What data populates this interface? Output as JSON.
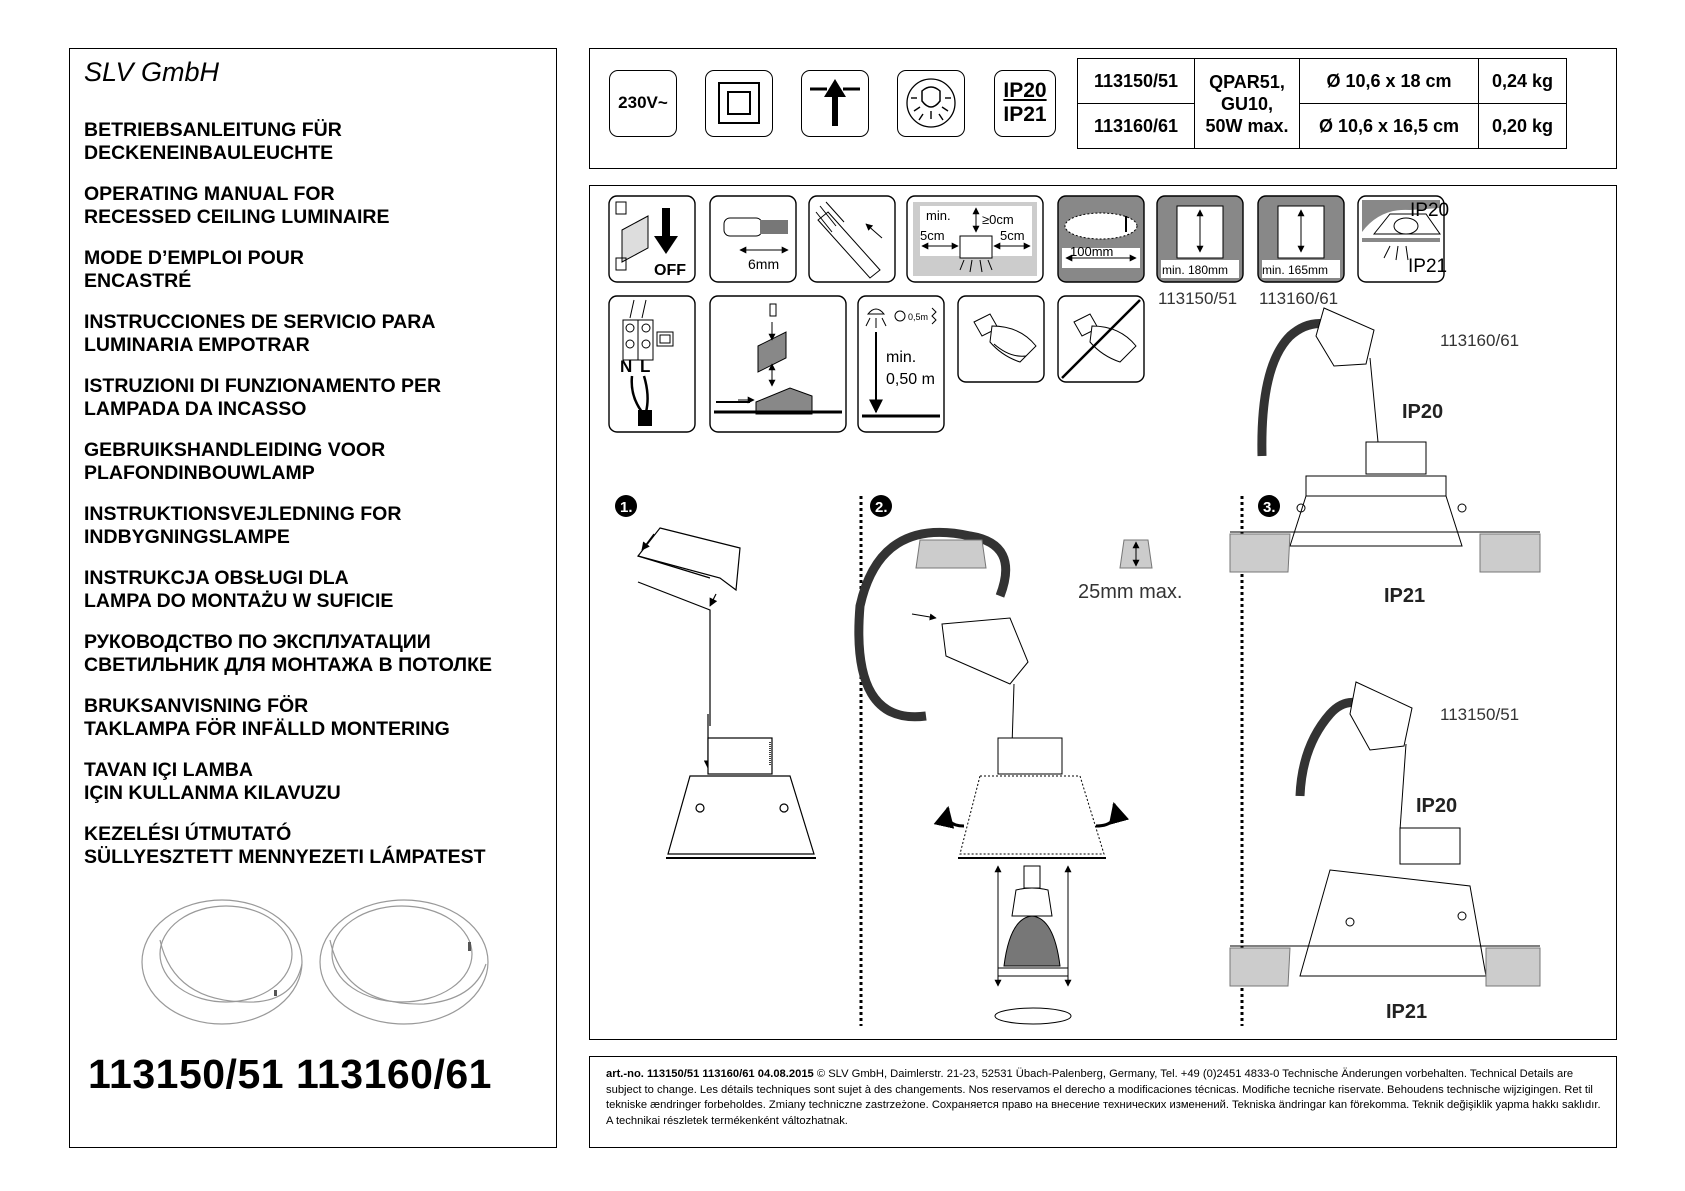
{
  "left": {
    "company": "SLV GmbH",
    "titles": [
      "BETRIEBSANLEITUNG FÜR\nDECKENEINBAULEUCHTE",
      "OPERATING MANUAL FOR\nRECESSED CEILING LUMINAIRE",
      "MODE D’EMPLOI POUR\nENCASTRÉ",
      "INSTRUCCIONES DE SERVICIO PARA\nLUMINARIA EMPOTRAR",
      "ISTRUZIONI DI FUNZIONAMENTO PER\nLAMPADA DA INCASSO",
      "GEBRUIKSHANDLEIDING VOOR\nPLAFONDINBOUWLAMP",
      "INSTRUKTIONSVEJLEDNING FOR\nINDBYGNINGSLAMPE",
      "INSTRUKCJA OBSŁUGI DLA\nLAMPA DO MONTAŻU W SUFICIE",
      "РУКОВОДСТВО ПО ЭКСПЛУАТАЦИИ\nСВЕТИЛЬНИК ДЛЯ МОНТАЖА В ПОТОЛКЕ",
      "BRUKSANVISNING FÖR\nTAKLAMPA FÖR INFÄLLD MONTERING",
      "TAVAN IÇI LAMBA\nIÇIN KULLANMA KILAVUZU",
      "KEZELÉSI ÚTMUTATÓ\nSÜLLYESZTETT MENNYEZETI LÁMPATEST"
    ],
    "article_numbers": "113150/51 113160/61"
  },
  "spec": {
    "voltage": "230V~",
    "ip_top": "IP20",
    "ip_bottom": "IP21",
    "rows": [
      {
        "article": "113150/51",
        "dimensions": "Ø 10,6 x 18 cm",
        "weight": "0,24 kg"
      },
      {
        "article": "113160/61",
        "dimensions": "Ø 10,6 x 16,5 cm",
        "weight": "0,20 kg"
      }
    ],
    "lamp": "QPAR51,\nGU10,\n50W max."
  },
  "icons": {
    "off": "OFF",
    "strip": "6mm",
    "min": "min.",
    "five_cm_left": "5cm",
    "five_cm_right": "5cm",
    "zero_cm": "≥0cm",
    "cutout": "100mm",
    "min180": "min. 180mm",
    "min165": "min. 165mm",
    "ip20": "IP20",
    "ip21": "IP21",
    "label_113150": "113150/51",
    "label_113160": "113160/61",
    "neutral": "N",
    "live": "L",
    "distance_min": "min.",
    "distance_value": "0,50 m",
    "distance_small": "0,5m"
  },
  "steps": {
    "step1": "1.",
    "step2": "2.",
    "step3": "3.",
    "ceiling_thickness": "25mm max.",
    "top_model": "113160/61",
    "bottom_model": "113150/51",
    "ip20": "IP20",
    "ip21": "IP21"
  },
  "footer": {
    "bold_part": "art.-no. 113150/51 113160/61   04.08.2015",
    "text": " © SLV GmbH, Daimlerstr. 21-23, 52531 Übach-Palenberg, Germany, Tel. +49 (0)2451 4833-0   Technische Änderungen vorbehalten. Technical Details are subject to change. Les détails techniques sont sujet à des changements. Nos reservamos el derecho a modificaciones técnicas. Modifiche tecniche riservate. Behoudens technische wijzigingen. Ret til tekniske ændringer forbeholdes. Zmiany techniczne zastrzeżone. Сохраняется право на внесение технических изменений. Tekniska ändringar kan förekomma. Teknik değişiklik yapma hakkı saklıdır. A technikai részletek termékenként változhatnak."
  }
}
